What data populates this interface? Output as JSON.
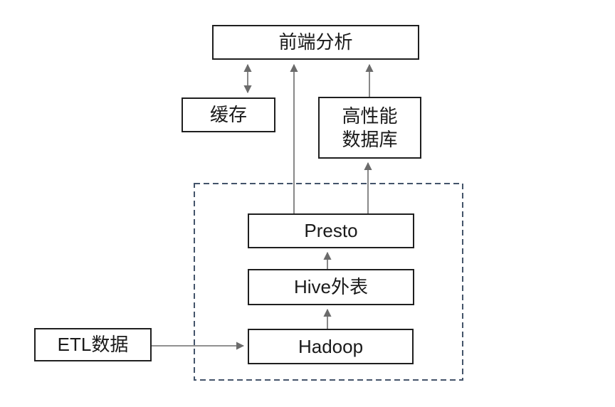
{
  "diagram": {
    "nodes": {
      "frontend": {
        "label": "前端分析"
      },
      "cache": {
        "label": "缓存"
      },
      "hp_db": {
        "line1": "高性能",
        "line2": "数据库"
      },
      "presto": {
        "label": "Presto"
      },
      "hive_external": {
        "label": "Hive外表"
      },
      "hadoop": {
        "label": "Hadoop"
      },
      "etl": {
        "label": "ETL数据"
      }
    },
    "colors": {
      "background": "#ffffff",
      "box_border": "#1f1f1f",
      "box_fill": "#ffffff",
      "text": "#1a1a1a",
      "arrow": "#6b6b6b",
      "cluster_dashed_border": "#44546a"
    }
  }
}
